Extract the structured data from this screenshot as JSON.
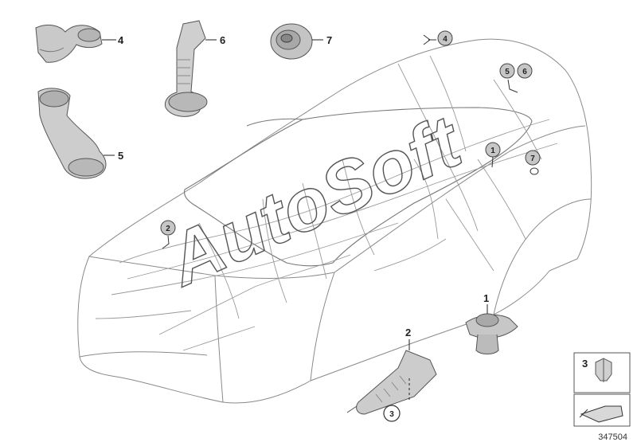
{
  "diagram": {
    "id_label": "347504",
    "watermark_text": "AutoSoft",
    "part_callouts": [
      {
        "key": "part-4",
        "number": "4"
      },
      {
        "key": "part-6",
        "number": "6"
      },
      {
        "key": "part-7",
        "number": "7"
      },
      {
        "key": "part-5",
        "number": "5"
      },
      {
        "key": "part-1",
        "number": "1"
      },
      {
        "key": "part-2",
        "number": "2"
      },
      {
        "key": "part-3",
        "number": "3"
      }
    ],
    "location_markers": [
      {
        "key": "loc-4",
        "number": "4"
      },
      {
        "key": "loc-5",
        "number": "5"
      },
      {
        "key": "loc-6",
        "number": "6"
      },
      {
        "key": "loc-1",
        "number": "1"
      },
      {
        "key": "loc-7",
        "number": "7"
      },
      {
        "key": "loc-2",
        "number": "2"
      }
    ],
    "legend_box": {
      "number": "3"
    }
  }
}
